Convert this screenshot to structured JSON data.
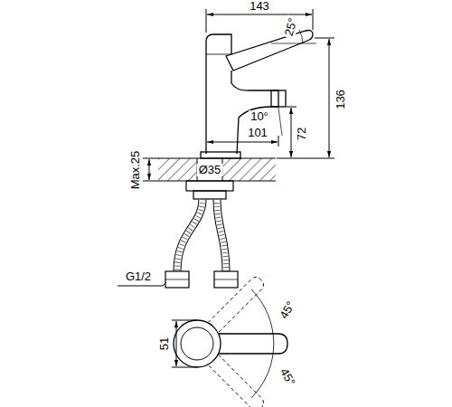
{
  "diagram": {
    "labels": [
      "143",
      "25°",
      "136",
      "10°",
      "72",
      "101",
      "Max.25",
      "Ø35",
      "G1/2",
      "51",
      "45°",
      "45°"
    ]
  }
}
